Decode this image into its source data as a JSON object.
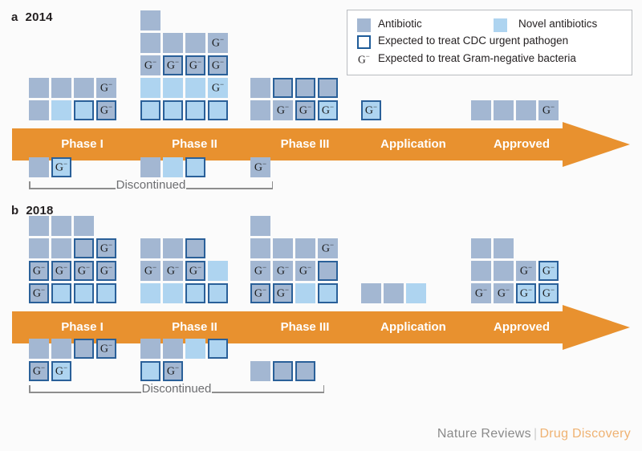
{
  "figure": {
    "footer_main": "Nature Reviews",
    "footer_sep": "|",
    "footer_brand": "Drug Discovery",
    "colors": {
      "antibiotic": "#a3b7d2",
      "novel_antibiotic": "#aed4f0",
      "urgent_border": "#2a6099",
      "arrow": "#e8912f",
      "background": "#fbfbfb",
      "bracket": "#8e8e8e",
      "brand_orange": "#efb272"
    }
  },
  "legend": {
    "items": [
      {
        "icon": "filled-gray-square-icon",
        "label": "Antibiotic"
      },
      {
        "icon": "filled-lightblue-square-icon",
        "label": "Novel antibiotics"
      },
      {
        "icon": "outlined-square-icon",
        "label": "Expected to treat CDC urgent pathogen"
      },
      {
        "icon": "g-minus-icon",
        "label": "Expected to treat Gram-negative bacteria"
      }
    ],
    "gram_symbol": "G",
    "gram_superscript": "−"
  },
  "phases": {
    "labels": [
      "Phase I",
      "Phase II",
      "Phase III",
      "Application",
      "Approved"
    ]
  },
  "discontinued_label": "Discontinued",
  "panels": [
    {
      "key": "a",
      "letter": "a",
      "year": "2014",
      "pipeline": {
        "phase1": {
          "rows": [
            [
              {
                "c": "gray"
              },
              {
                "c": "light"
              },
              {
                "c": "light",
                "b": true
              },
              {
                "c": "gray",
                "b": true,
                "g": true
              }
            ],
            [
              {
                "c": "gray"
              },
              {
                "c": "gray"
              },
              {
                "c": "gray"
              },
              {
                "c": "gray",
                "g": true
              }
            ]
          ]
        },
        "phase2": {
          "rows": [
            [
              {
                "c": "light",
                "b": true
              },
              {
                "c": "light",
                "b": true
              },
              {
                "c": "light",
                "b": true
              },
              {
                "c": "light",
                "b": true
              }
            ],
            [
              {
                "c": "light"
              },
              {
                "c": "light"
              },
              {
                "c": "light"
              },
              {
                "c": "light",
                "g": true
              }
            ],
            [
              {
                "c": "gray",
                "g": true
              },
              {
                "c": "gray",
                "b": true,
                "g": true
              },
              {
                "c": "gray",
                "b": true,
                "g": true
              },
              {
                "c": "gray",
                "b": true,
                "g": true
              }
            ],
            [
              {
                "c": "gray"
              },
              {
                "c": "gray"
              },
              {
                "c": "gray"
              },
              {
                "c": "gray",
                "g": true
              }
            ],
            [
              {
                "c": "gray"
              }
            ]
          ]
        },
        "phase3": {
          "rows": [
            [
              {
                "c": "gray"
              },
              {
                "c": "gray",
                "g": true
              },
              {
                "c": "gray",
                "b": true,
                "g": true
              },
              {
                "c": "light",
                "b": true,
                "g": true
              }
            ],
            [
              {
                "c": "gray"
              },
              {
                "c": "gray",
                "b": true
              },
              {
                "c": "gray",
                "b": true
              },
              {
                "c": "gray",
                "b": true
              }
            ]
          ]
        },
        "application": {
          "rows": [
            [
              {
                "c": "light",
                "b": true,
                "g": true
              }
            ]
          ]
        },
        "approved": {
          "rows": [
            [
              {
                "c": "gray"
              },
              {
                "c": "gray"
              },
              {
                "c": "gray"
              },
              {
                "c": "gray",
                "g": true
              }
            ]
          ]
        }
      },
      "discontinued": {
        "phase1": {
          "rows": [
            [
              {
                "c": "gray"
              },
              {
                "c": "light",
                "b": true,
                "g": true
              }
            ]
          ]
        },
        "phase2": {
          "rows": [
            [
              {
                "c": "gray"
              },
              {
                "c": "light"
              },
              {
                "c": "light",
                "b": true
              }
            ]
          ]
        },
        "phase3": {
          "rows": [
            [
              {
                "c": "gray",
                "g": true
              }
            ]
          ]
        }
      }
    },
    {
      "key": "b",
      "letter": "b",
      "year": "2018",
      "pipeline": {
        "phase1": {
          "rows": [
            [
              {
                "c": "gray",
                "b": true,
                "g": true
              },
              {
                "c": "light",
                "b": true
              },
              {
                "c": "light",
                "b": true
              },
              {
                "c": "light",
                "b": true
              }
            ],
            [
              {
                "c": "gray",
                "b": true,
                "g": true
              },
              {
                "c": "gray",
                "b": true,
                "g": true
              },
              {
                "c": "gray",
                "b": true,
                "g": true
              },
              {
                "c": "gray",
                "b": true,
                "g": true
              }
            ],
            [
              {
                "c": "gray"
              },
              {
                "c": "gray"
              },
              {
                "c": "gray",
                "b": true
              },
              {
                "c": "gray",
                "b": true,
                "g": true
              }
            ],
            [
              {
                "c": "gray"
              },
              {
                "c": "gray"
              },
              {
                "c": "gray"
              }
            ]
          ]
        },
        "phase2": {
          "rows": [
            [
              {
                "c": "light"
              },
              {
                "c": "light"
              },
              {
                "c": "light",
                "b": true
              },
              {
                "c": "light",
                "b": true
              }
            ],
            [
              {
                "c": "gray",
                "g": true
              },
              {
                "c": "gray",
                "g": true
              },
              {
                "c": "gray",
                "b": true,
                "g": true
              },
              {
                "c": "light"
              }
            ],
            [
              {
                "c": "gray"
              },
              {
                "c": "gray"
              },
              {
                "c": "gray",
                "b": true
              }
            ]
          ]
        },
        "phase3": {
          "rows": [
            [
              {
                "c": "gray",
                "b": true,
                "g": true
              },
              {
                "c": "gray",
                "b": true,
                "g": true
              },
              {
                "c": "light"
              },
              {
                "c": "light",
                "b": true
              }
            ],
            [
              {
                "c": "gray",
                "g": true
              },
              {
                "c": "gray",
                "g": true
              },
              {
                "c": "gray",
                "g": true
              },
              {
                "c": "gray",
                "b": true
              }
            ],
            [
              {
                "c": "gray"
              },
              {
                "c": "gray"
              },
              {
                "c": "gray"
              },
              {
                "c": "gray",
                "g": true
              }
            ],
            [
              {
                "c": "gray"
              }
            ]
          ]
        },
        "application": {
          "rows": [
            [
              {
                "c": "gray"
              },
              {
                "c": "gray"
              },
              {
                "c": "light"
              }
            ]
          ]
        },
        "approved": {
          "rows": [
            [
              {
                "c": "gray",
                "g": true
              },
              {
                "c": "gray",
                "g": true
              },
              {
                "c": "light",
                "b": true,
                "g": true
              },
              {
                "c": "light",
                "b": true,
                "g": true
              }
            ],
            [
              {
                "c": "gray"
              },
              {
                "c": "gray"
              },
              {
                "c": "gray",
                "g": true
              },
              {
                "c": "light",
                "b": true,
                "g": true
              }
            ],
            [
              {
                "c": "gray"
              },
              {
                "c": "gray"
              }
            ]
          ]
        }
      },
      "discontinued": {
        "phase1": {
          "rows": [
            [
              {
                "c": "gray",
                "b": true,
                "g": true
              },
              {
                "c": "light",
                "b": true,
                "g": true
              }
            ],
            [
              {
                "c": "gray"
              },
              {
                "c": "gray"
              },
              {
                "c": "gray",
                "b": true
              },
              {
                "c": "gray",
                "b": true,
                "g": true
              }
            ]
          ]
        },
        "phase2": {
          "rows": [
            [
              {
                "c": "light",
                "b": true
              },
              {
                "c": "gray",
                "b": true,
                "g": true
              }
            ],
            [
              {
                "c": "gray"
              },
              {
                "c": "gray"
              },
              {
                "c": "light"
              },
              {
                "c": "light",
                "b": true
              }
            ]
          ]
        },
        "phase3": {
          "rows": [
            [
              {
                "c": "gray"
              },
              {
                "c": "gray",
                "b": true
              },
              {
                "c": "gray",
                "b": true
              }
            ]
          ]
        }
      }
    }
  ]
}
